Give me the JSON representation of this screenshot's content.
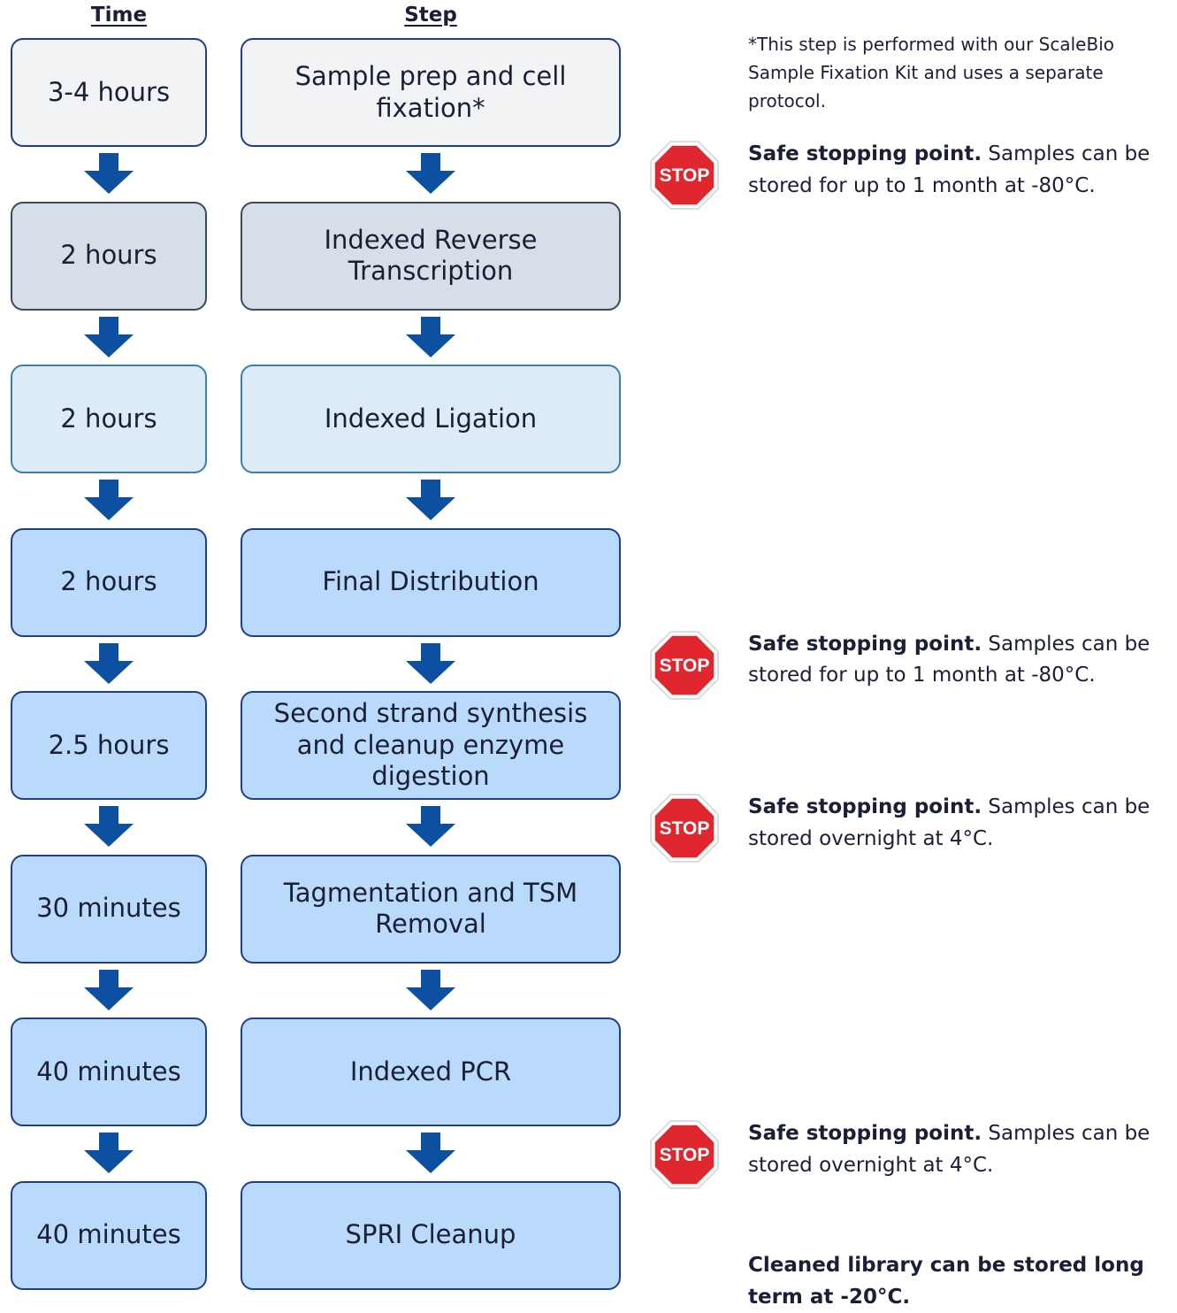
{
  "headers": {
    "time": "Time",
    "step": "Step"
  },
  "steps": [
    {
      "time": "3-4 hours",
      "step": "Sample prep and cell fixation*",
      "fill": "#f2f3f5",
      "border": "#1f3f8c"
    },
    {
      "time": "2 hours",
      "step": "Indexed Reverse Transcription",
      "fill": "#d6dee8",
      "border": "#3c4a5e"
    },
    {
      "time": "2 hours",
      "step": "Indexed Ligation",
      "fill": "#dcebf5",
      "border": "#3b7fae"
    },
    {
      "time": "2 hours",
      "step": "Final Distribution",
      "fill": "#b9dafa",
      "border": "#1f3f8c"
    },
    {
      "time": "2.5 hours",
      "step": "Second strand synthesis and cleanup enzyme digestion",
      "fill": "#b9dafa",
      "border": "#1f3f8c"
    },
    {
      "time": "30 minutes",
      "step": "Tagmentation and TSM Removal",
      "fill": "#b9dafa",
      "border": "#1f3f8c"
    },
    {
      "time": "40 minutes",
      "step": "Indexed PCR",
      "fill": "#b9dafa",
      "border": "#1f3f8c"
    },
    {
      "time": "40 minutes",
      "step": "SPRI Cleanup",
      "fill": "#b9dafa",
      "border": "#1f3f8c"
    }
  ],
  "arrow_color": "#0d4fa0",
  "stop_sign": {
    "label": "STOP",
    "color": "#e0262f",
    "icon": "stop-sign-icon"
  },
  "footnote": "*This step is performed with our ScaleBio Sample Fixation Kit and uses a separate protocol.",
  "notes": [
    {
      "title": "Safe stopping point.",
      "text": "Samples can be stored for up to 1 month at -80°C.",
      "after_step": 1
    },
    {
      "title": "Safe stopping point.",
      "text": "Samples can be stored for up to 1 month at -80°C.",
      "after_step": 4
    },
    {
      "title": "Safe stopping point.",
      "text": "Samples can be stored overnight at 4°C.",
      "after_step": 5
    },
    {
      "title": "Safe stopping point.",
      "text": "Samples can be stored overnight at 4°C.",
      "after_step": 7
    }
  ],
  "final_note": "Cleaned library can be stored long term at -20°C."
}
